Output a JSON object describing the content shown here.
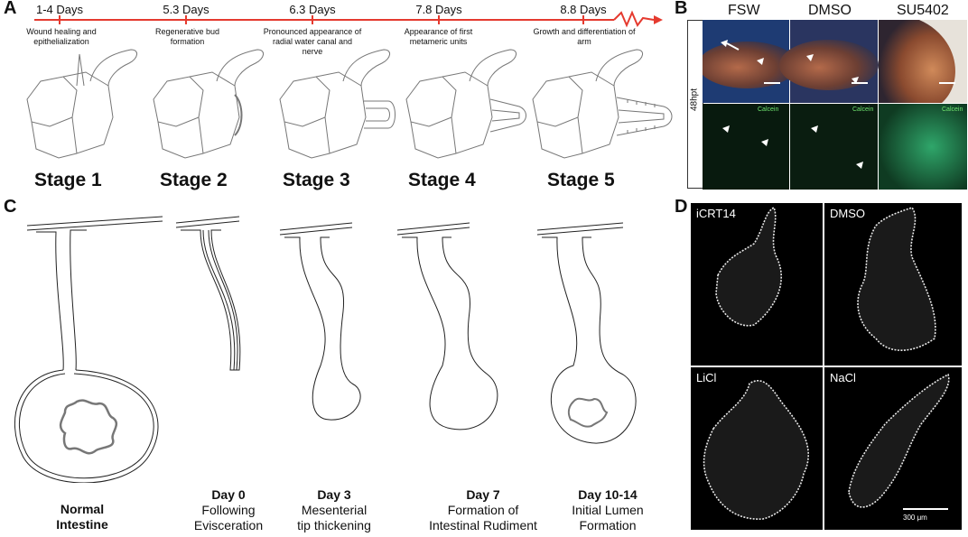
{
  "panel_labels": {
    "a": "A",
    "b": "B",
    "c": "C",
    "d": "D"
  },
  "panel_a": {
    "timeline": [
      {
        "day": "1-4 Days",
        "desc": "Wound healing and epithelialization",
        "stage": "Stage 1"
      },
      {
        "day": "5.3 Days",
        "desc": "Regenerative bud formation",
        "stage": "Stage 2"
      },
      {
        "day": "6.3 Days",
        "desc": "Pronounced appearance of radial water canal and nerve",
        "stage": "Stage 3"
      },
      {
        "day": "7.8 Days",
        "desc": "Appearance of first metameric units",
        "stage": "Stage 4"
      },
      {
        "day": "8.8 Days",
        "desc": "Growth and differentiation of arm",
        "stage": "Stage 5"
      }
    ],
    "line_color": "#e53a2f"
  },
  "panel_b": {
    "columns": [
      "FSW",
      "DMSO",
      "SU5402"
    ],
    "row_label": "48hpt",
    "fluor_label": "Calcein"
  },
  "panel_c": {
    "stages": [
      {
        "title": "",
        "line1": "Normal",
        "line2": "Intestine"
      },
      {
        "title": "Day 0",
        "line1": "Following",
        "line2": "Evisceration"
      },
      {
        "title": "Day 3",
        "line1": "Mesenterial",
        "line2": "tip thickening"
      },
      {
        "title": "Day 7",
        "line1": "Formation of",
        "line2": "Intestinal Rudiment"
      },
      {
        "title": "Day 10-14",
        "line1": "Initial Lumen",
        "line2": "Formation"
      }
    ]
  },
  "panel_d": {
    "conditions": [
      "iCRT14",
      "DMSO",
      "LiCl",
      "NaCl"
    ],
    "scale_bar": "300 μm"
  }
}
